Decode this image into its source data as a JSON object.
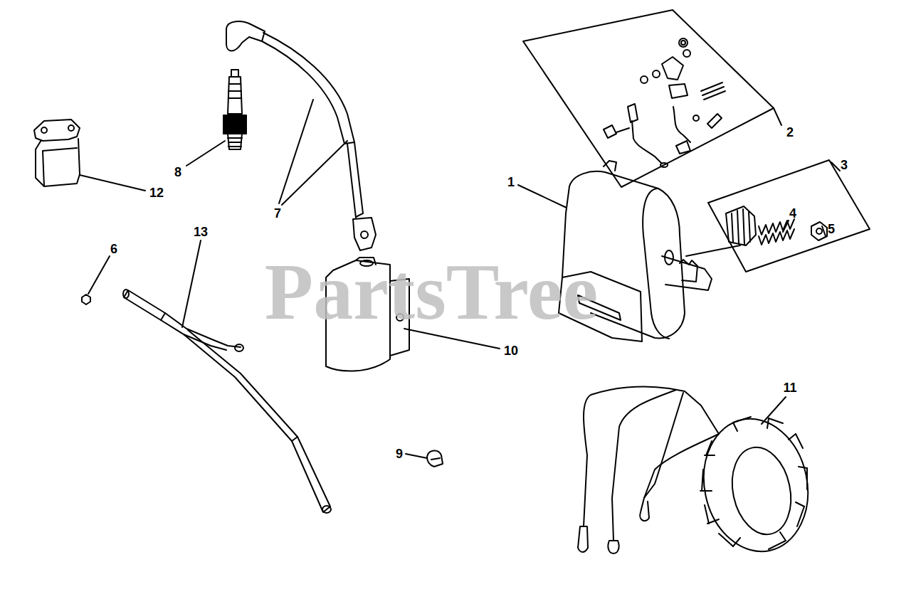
{
  "diagram": {
    "labels": [
      "2",
      "7",
      "3",
      "1",
      "8",
      "12",
      "4",
      "5",
      "13",
      "6",
      "10",
      "11",
      "9",
      "PartsTree"
    ]
  }
}
